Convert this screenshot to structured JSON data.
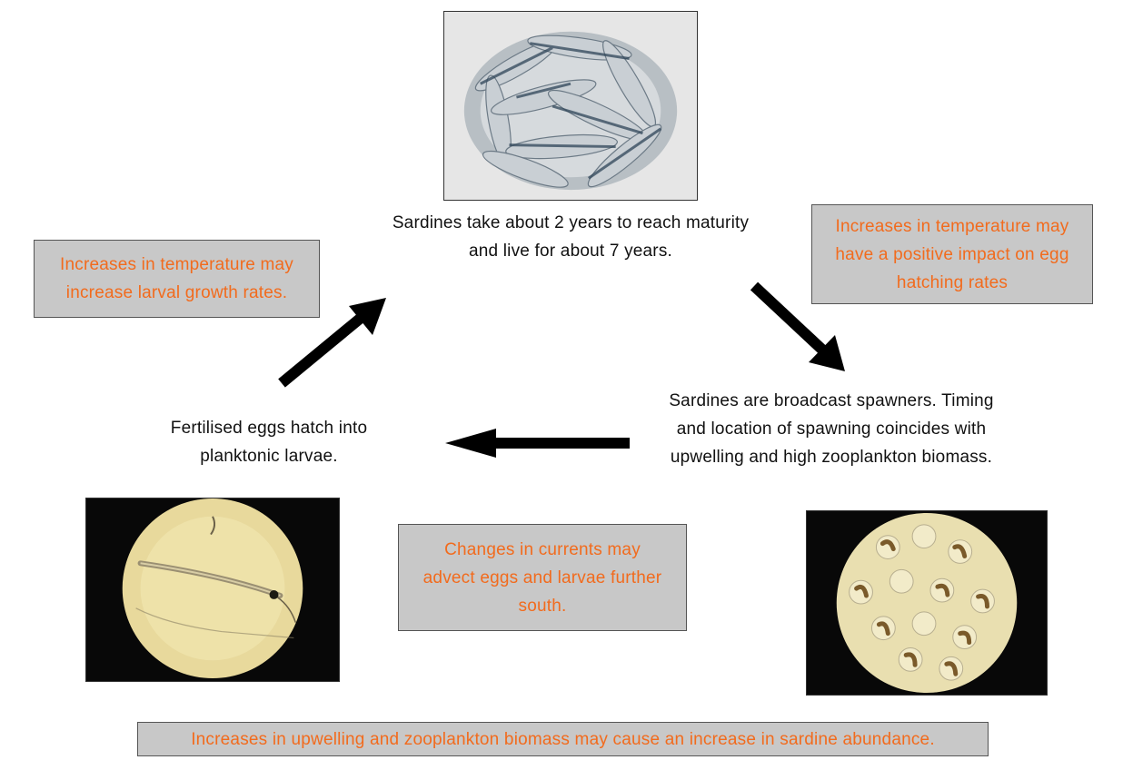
{
  "stages": {
    "adult": "Sardines take about 2 years to reach maturity and live for about 7 years.",
    "spawning": "Sardines are broadcast spawners. Timing and location of spawning coincides with upwelling and high zooplankton biomass.",
    "hatching": "Fertilised eggs hatch into planktonic larvae."
  },
  "notes": {
    "larval_growth": "Increases in temperature may increase larval growth rates.",
    "egg_hatching": "Increases in temperature may have a positive impact on egg hatching rates",
    "currents": "Changes in currents may advect eggs and larvae further south.",
    "abundance": "Increases in upwelling and zooplankton biomass may cause an increase in sardine abundance."
  },
  "colors": {
    "note_text": "#f26b1d",
    "note_fill": "#c8c8c8",
    "arrow": "#000000"
  },
  "images": {
    "adult": "sardine-catch-photo",
    "larva": "sardine-larva-microscope-photo",
    "eggs": "sardine-eggs-microscope-photo"
  }
}
